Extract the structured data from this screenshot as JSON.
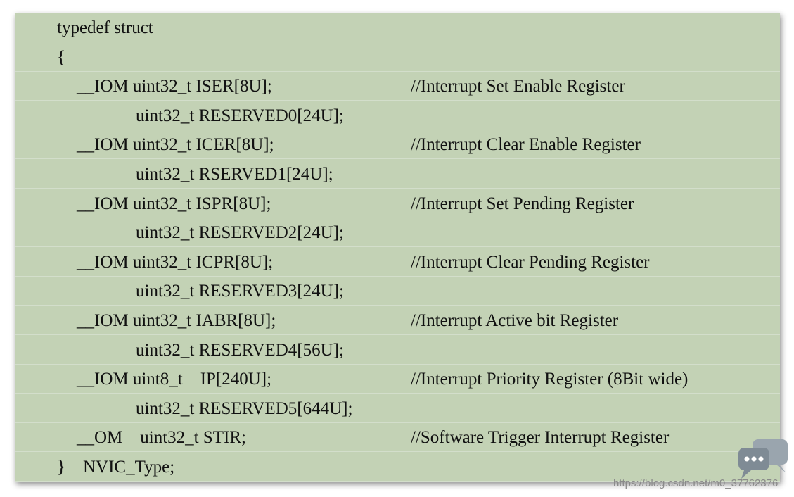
{
  "code": {
    "lines": [
      {
        "indent": 0,
        "code": "typedef struct",
        "comment": ""
      },
      {
        "indent": 0,
        "code": "{",
        "comment": ""
      },
      {
        "indent": 1,
        "code": "__IOM uint32_t ISER[8U];",
        "comment": "//Interrupt Set Enable Register"
      },
      {
        "indent": 2,
        "code": "uint32_t RESERVED0[24U];",
        "comment": ""
      },
      {
        "indent": 1,
        "code": "__IOM uint32_t ICER[8U];",
        "comment": "//Interrupt Clear Enable Register"
      },
      {
        "indent": 2,
        "code": "uint32_t RSERVED1[24U];",
        "comment": ""
      },
      {
        "indent": 1,
        "code": "__IOM uint32_t ISPR[8U];",
        "comment": "//Interrupt Set Pending Register"
      },
      {
        "indent": 2,
        "code": "uint32_t RESERVED2[24U];",
        "comment": ""
      },
      {
        "indent": 1,
        "code": "__IOM uint32_t ICPR[8U];",
        "comment": "//Interrupt Clear Pending Register"
      },
      {
        "indent": 2,
        "code": "uint32_t RESERVED3[24U];",
        "comment": ""
      },
      {
        "indent": 1,
        "code": "__IOM uint32_t IABR[8U];",
        "comment": "//Interrupt Active bit Register"
      },
      {
        "indent": 2,
        "code": "uint32_t RESERVED4[56U];",
        "comment": ""
      },
      {
        "indent": 1,
        "code": "__IOM uint8_t    IP[240U];",
        "comment": "//Interrupt Priority Register (8Bit wide)"
      },
      {
        "indent": 2,
        "code": "uint32_t RESERVED5[644U];",
        "comment": ""
      },
      {
        "indent": 1,
        "code": "__OM    uint32_t STIR;",
        "comment": "//Software Trigger Interrupt Register"
      },
      {
        "indent": 0,
        "code": "}    NVIC_Type;",
        "comment": ""
      }
    ]
  },
  "watermark": {
    "text": "https://blog.csdn.net/m0_37762376",
    "icon": "chat-bubbles-icon"
  },
  "colors": {
    "panel_bg": "#c3d2b5",
    "text": "#111111"
  }
}
